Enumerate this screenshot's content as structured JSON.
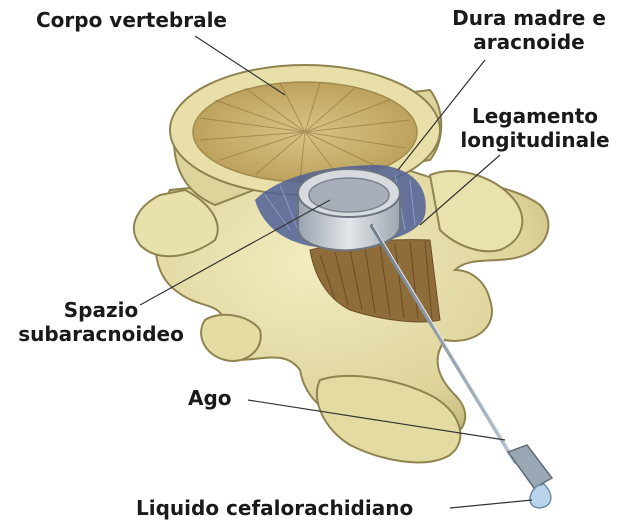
{
  "labels": {
    "corpo_vertebrale": "Corpo vertebrale",
    "dura_madre_1": "Dura madre e",
    "dura_madre_2": "aracnoide",
    "legamento_1": "Legamento",
    "legamento_2": "longitudinale",
    "spazio_1": "Spazio",
    "spazio_2": "subaracnoideo",
    "ago": "Ago",
    "liquido": "Liquido cefalorachidiano"
  },
  "colors": {
    "bone": "#e6dfa6",
    "bone_dark": "#b8ac6c",
    "spongy": "#c9b36c",
    "ligament": "#8a6a3a",
    "dura": "#c7ccd4",
    "membrane_blue": "#5a6fa8",
    "needle": "#8e9aa6",
    "fluid": "#b9d4ea",
    "leader": "#333333"
  }
}
